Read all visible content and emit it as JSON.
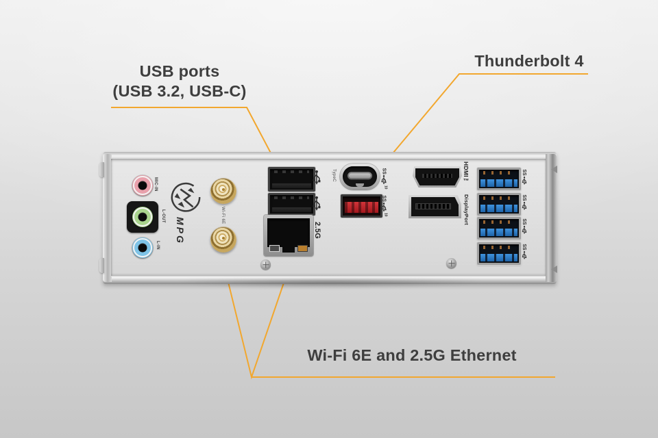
{
  "callouts": {
    "usb_ports": {
      "line1": "USB ports",
      "line2": "(USB 3.2, USB-C)"
    },
    "thunderbolt": {
      "label": "Thunderbolt 4"
    },
    "wifi_ethernet": {
      "label": "Wi-Fi 6E and 2.5G Ethernet"
    }
  },
  "io_panel": {
    "audio_labels": {
      "mic": "MIC-IN",
      "line_out": "L-OUT",
      "line_in": "L-IN"
    },
    "brand_text": "MPG",
    "wifi_antenna_label": "Wi-Fi 6E",
    "ethernet_speed_label": "2.5G",
    "usb_c_label": "TypeC",
    "hdmi_label": "HDMI™",
    "displayport_label": "DisplayPort",
    "ss_text": "SS",
    "ss10_sup": "10",
    "ports_visible": [
      "mic-in-jack-pink",
      "line-out-jack-green",
      "line-in-jack-blue",
      "wifi-antenna-sma-x2",
      "usb-a-black-x2",
      "ethernet-rj45-2.5g",
      "usb-c-thunderbolt4",
      "usb-a-red",
      "hdmi",
      "displayport",
      "usb-a-blue-x4"
    ]
  },
  "colors": {
    "accent_line": "#F2A72E",
    "label_text": "#3E3E3E",
    "audio_mic_pink": "#E8A0AB",
    "audio_line_out_green": "#A9D48D",
    "audio_line_in_blue": "#7EC3E6",
    "usb3_blue": "#2F7DC8",
    "usb_red": "#C22A30",
    "antenna_gold": "#C9A55E"
  }
}
